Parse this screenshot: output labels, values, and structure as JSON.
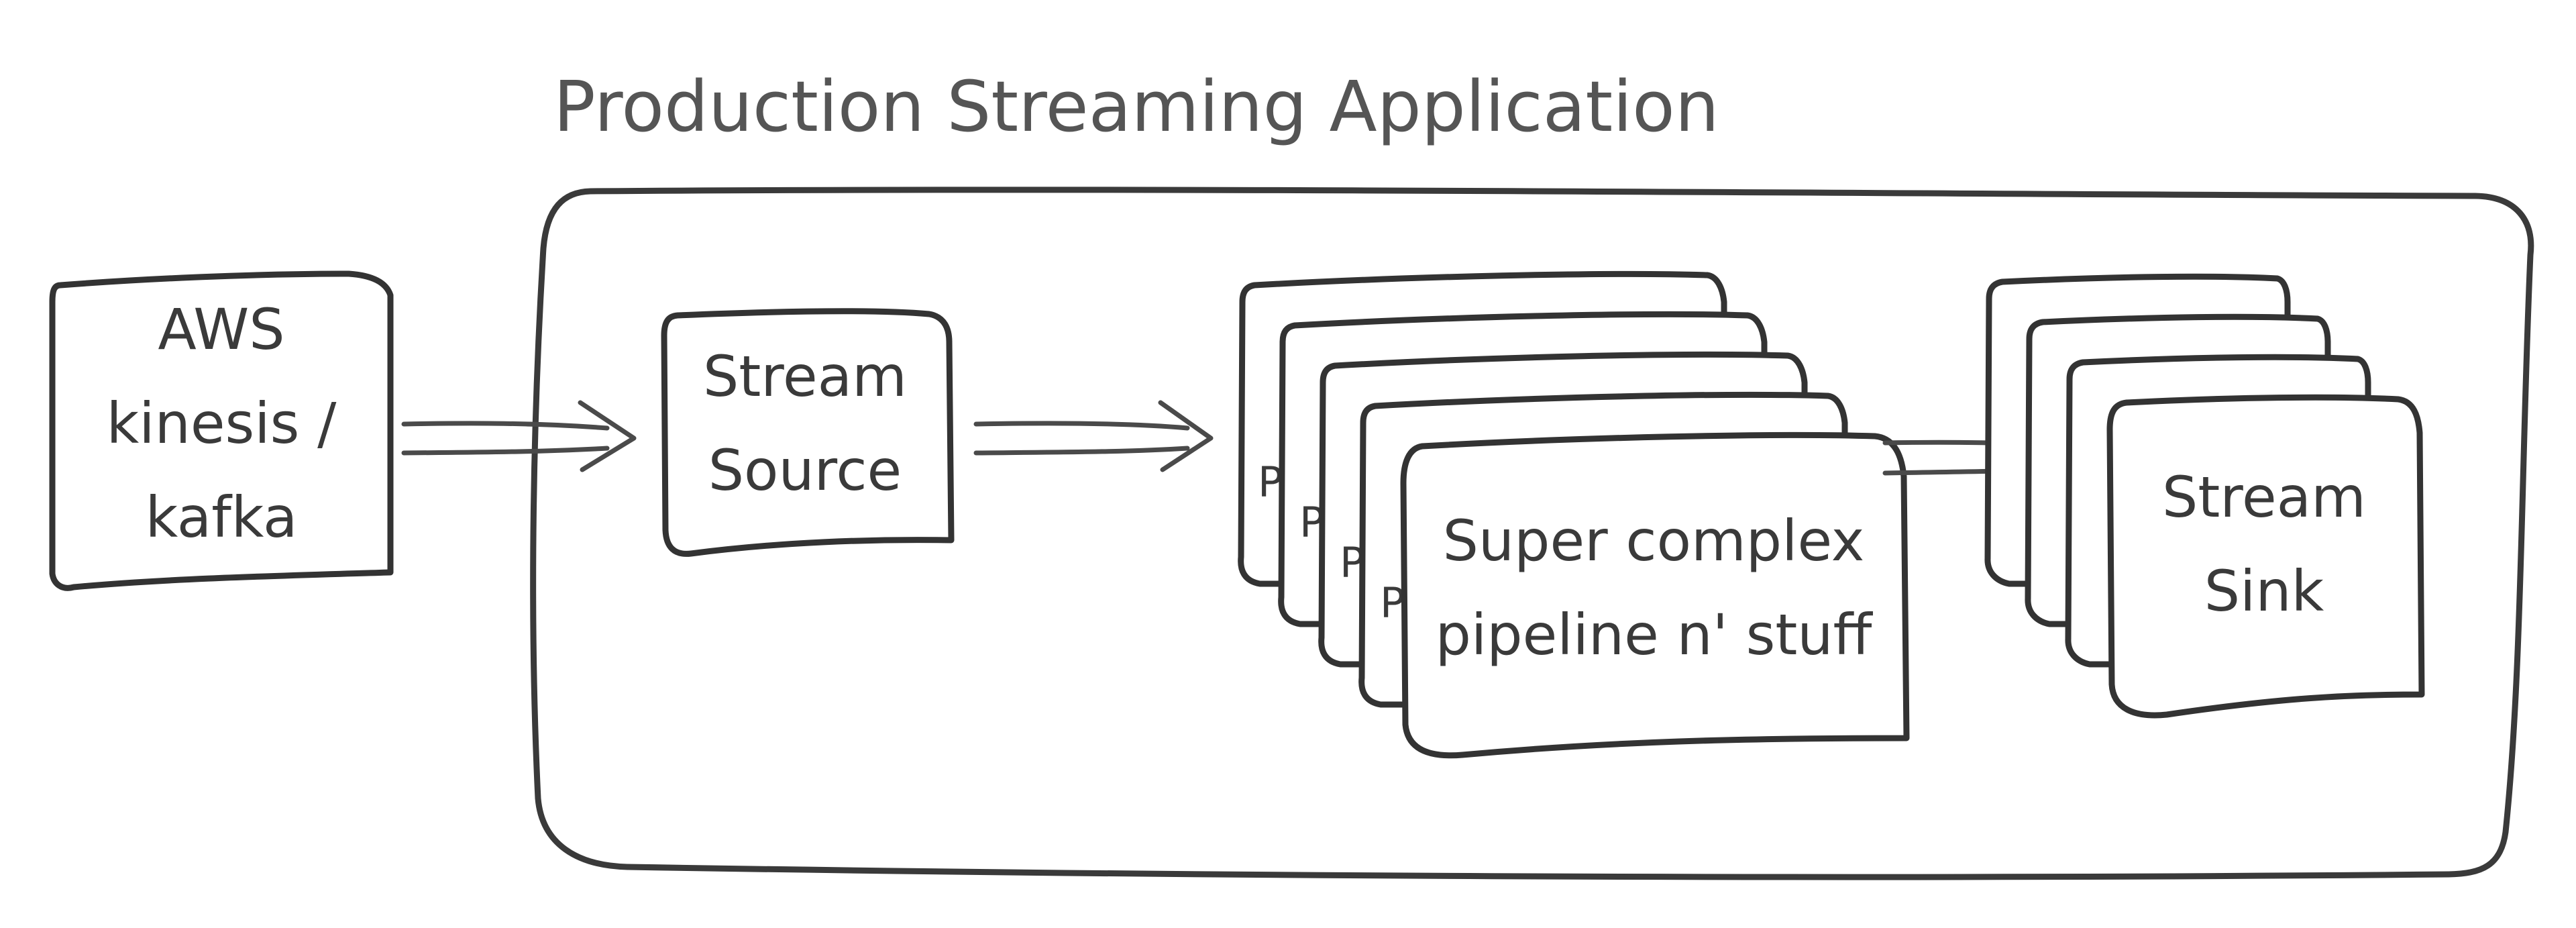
{
  "title": "Production Streaming Application",
  "nodes": {
    "kinesis": {
      "lines": [
        "AWS",
        "kinesis /",
        "kafka"
      ]
    },
    "source": {
      "lines": [
        "Stream",
        "Source"
      ]
    },
    "pipeline": {
      "lines": [
        "Super complex",
        "pipeline n' stuff"
      ],
      "stack_count": 5,
      "hidden_initial": "P"
    },
    "sink": {
      "lines": [
        "Stream",
        "Sink"
      ],
      "stack_count": 4
    }
  },
  "colors": {
    "ink": "#3a3a3a",
    "title": "#555555",
    "background": "#ffffff"
  }
}
